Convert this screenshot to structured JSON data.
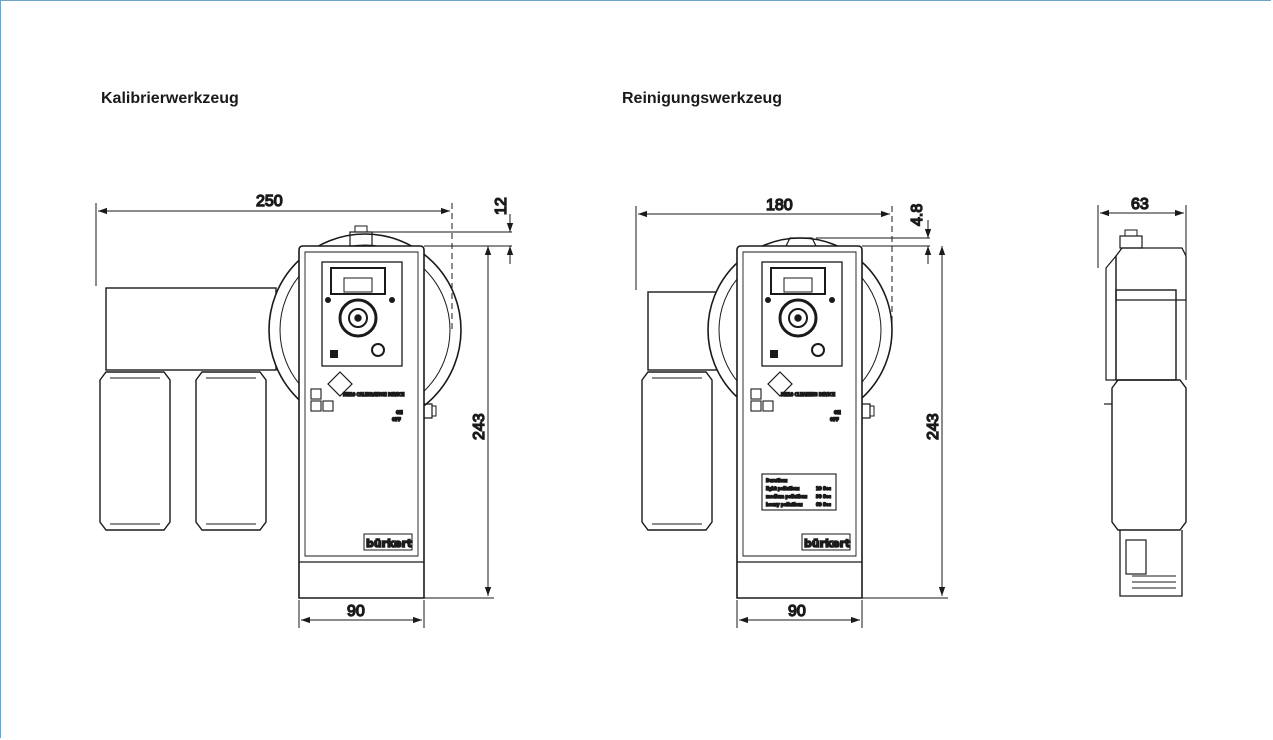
{
  "headings": {
    "calibration": "Kalibrierwerkzeug",
    "cleaning": "Reinigungswerkzeug"
  },
  "dimensions": {
    "cal_width": "250",
    "cal_top_offset": "12",
    "cal_height": "243",
    "cal_base": "90",
    "clean_width": "180",
    "clean_top_offset": "4.8",
    "clean_height": "243",
    "clean_base": "90",
    "side_depth": "63"
  },
  "device_labels": {
    "cal_name": "ME10 CALIBRATION DEVICE",
    "clean_name": "ME10 CLEANING DEVICE",
    "on": "ON",
    "off": "OFF",
    "brand": "bürkert"
  },
  "duration_table": {
    "title": "Duration:",
    "rows": [
      {
        "label": "light pollution:",
        "value": "10 Sec"
      },
      {
        "label": "medium pollution:",
        "value": "30 Sec"
      },
      {
        "label": "heavy pollution:",
        "value": "60 Sec"
      }
    ]
  },
  "colors": {
    "line": "#1a1a1a",
    "frame": "#6fa3c7"
  }
}
